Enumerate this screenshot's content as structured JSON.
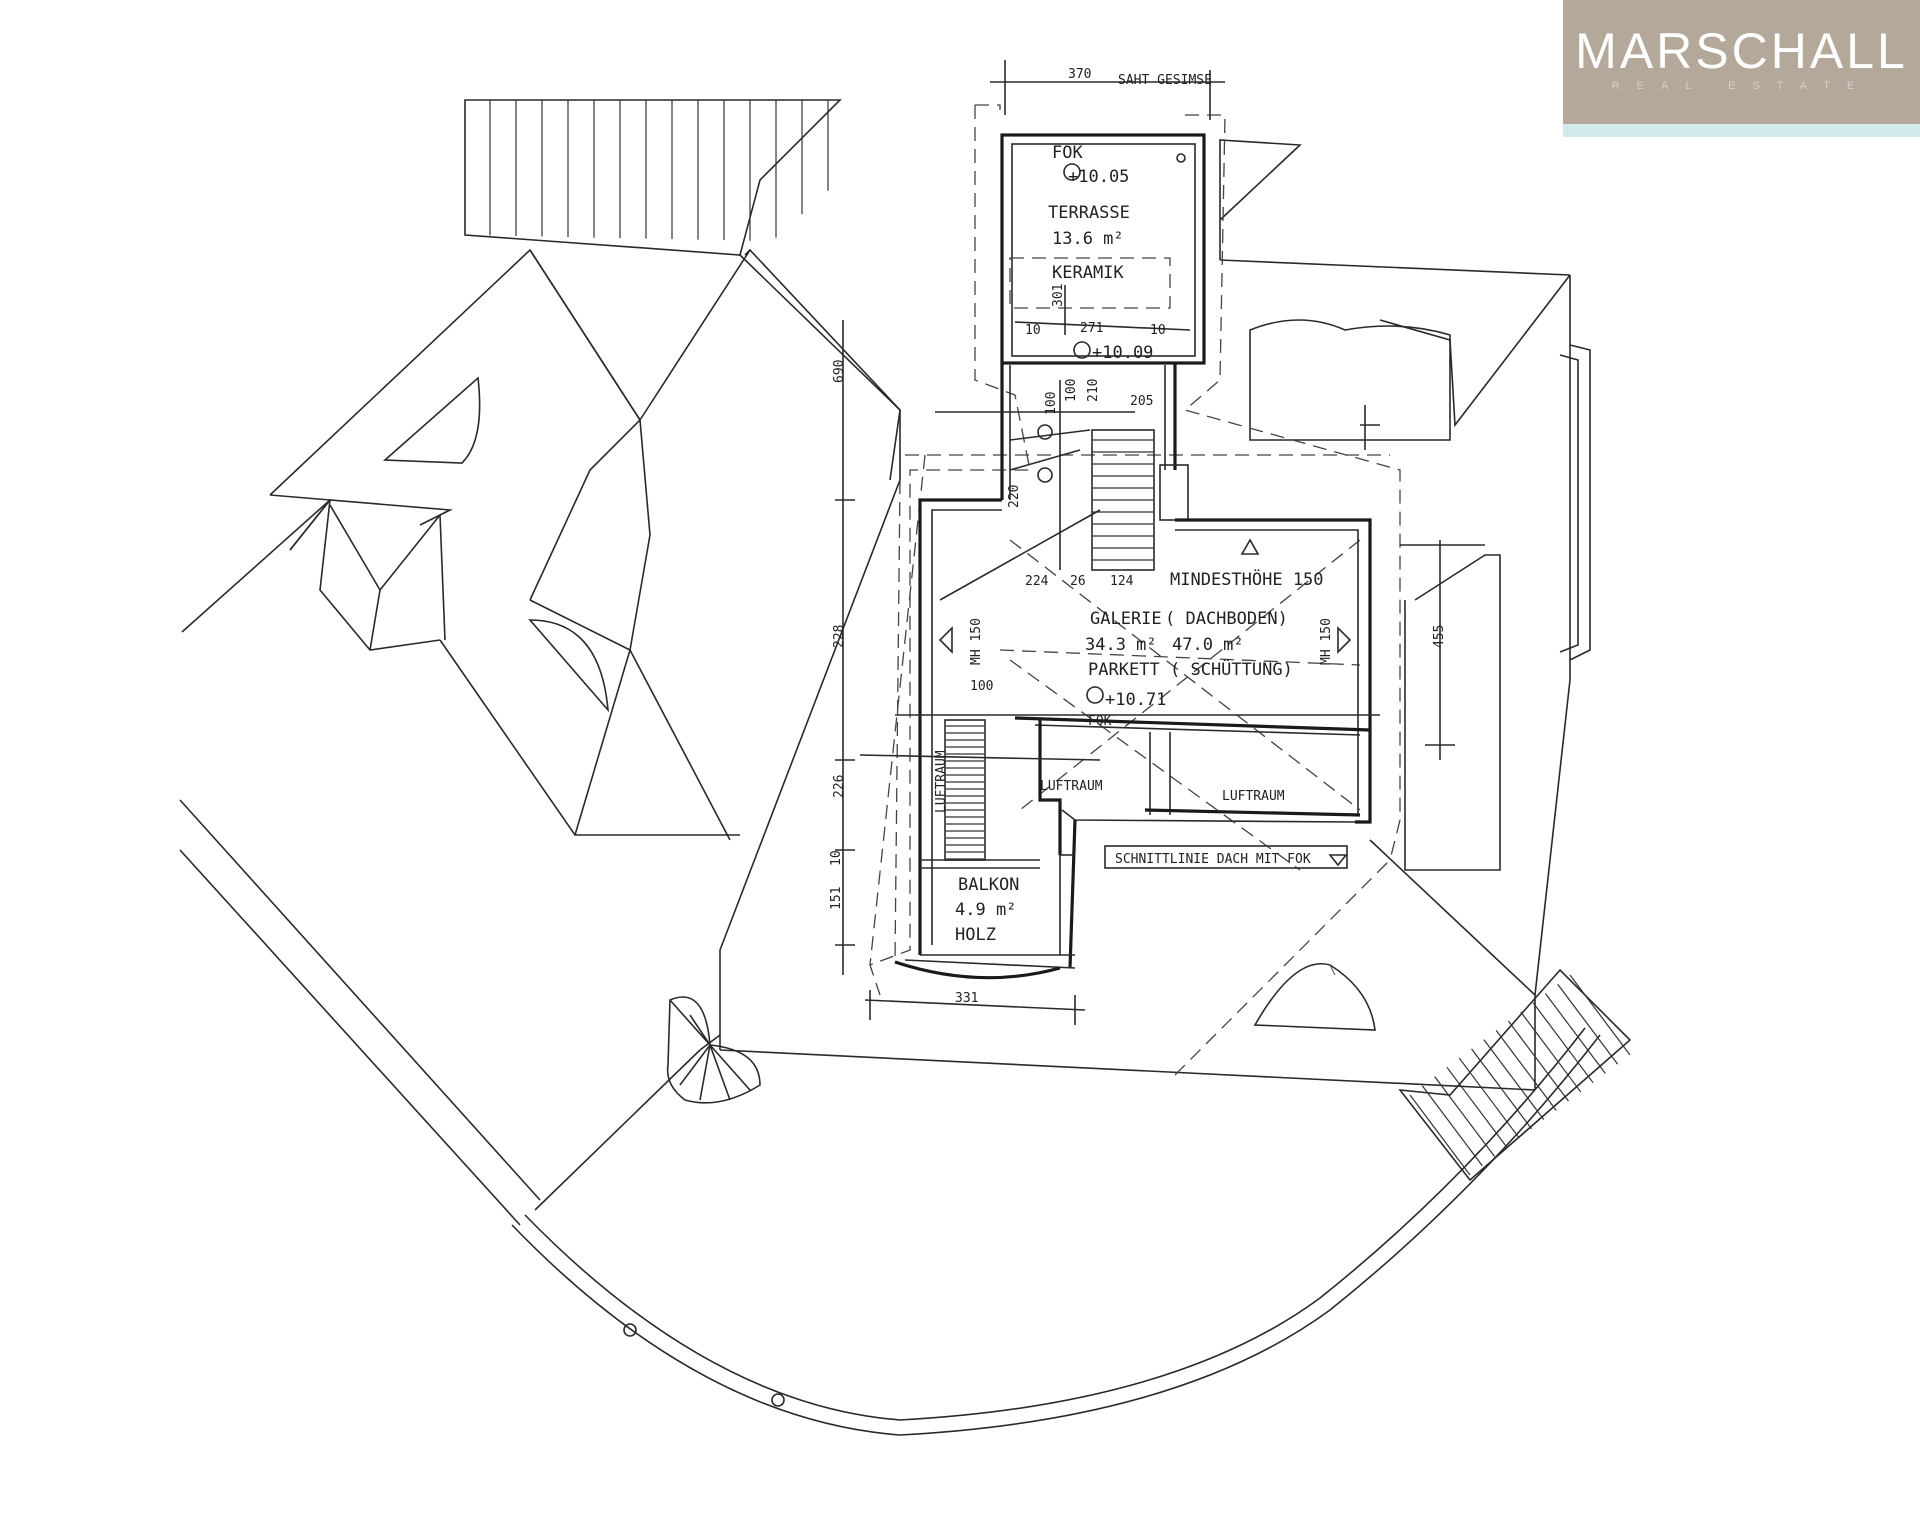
{
  "brand": {
    "name": "MARSCHALL",
    "tagline": "REAL ESTATE",
    "colors": {
      "panel": "#b3a89a",
      "accent_bar": "#d3eaeb",
      "text": "#ffffff"
    }
  },
  "labels": {
    "dim_top": "370",
    "dim_top_note": "SAHT GESIMSE",
    "terrace_fok": "FOK",
    "terrace_level": "+10.05",
    "terrace_name": "TERRASSE",
    "terrace_area": "13.6 m²",
    "terrace_floor": "KERAMIK",
    "dim_terrace_inner": "301",
    "terrace_level_2": "+10.09",
    "dim_10_a": "10",
    "dim_10_b": "10",
    "dim_271": "271",
    "dim_690": "690",
    "dim_100_a": "100",
    "dim_100_b": "100",
    "dim_210": "210",
    "dim_205": "205",
    "dim_220": "220",
    "dim_stair_1": "224",
    "dim_stair_2": "26",
    "dim_stair_3": "124",
    "min_height": "MINDESTHÖHE 150",
    "galerie_name": "GALERIE",
    "galerie_area": "34.3 m²",
    "galerie_floor": "PARKETT",
    "dachboden_name": "( DACHBODEN)",
    "dachboden_area": "47.0 m²",
    "dachboden_floor": "( SCHÜTTUNG)",
    "galerie_level": "+10.71",
    "galerie_fok": "FOK",
    "mh_left": "MH 150",
    "mh_right": "MH 150",
    "dim_228": "228",
    "dim_226": "226",
    "dim_455": "455",
    "dim_151": "151",
    "dim_10_c": "10",
    "luftraum_1": "LUFTRAUM",
    "luftraum_2": "LUFTRAUM",
    "luftraum_3": "LUFTRAUM",
    "schnittlinie": "SCHNITTLINIE DACH MIT FOK",
    "balkon_name": "BALKON",
    "balkon_area": "4.9 m²",
    "balkon_floor": "HOLZ",
    "dim_331": "331"
  }
}
